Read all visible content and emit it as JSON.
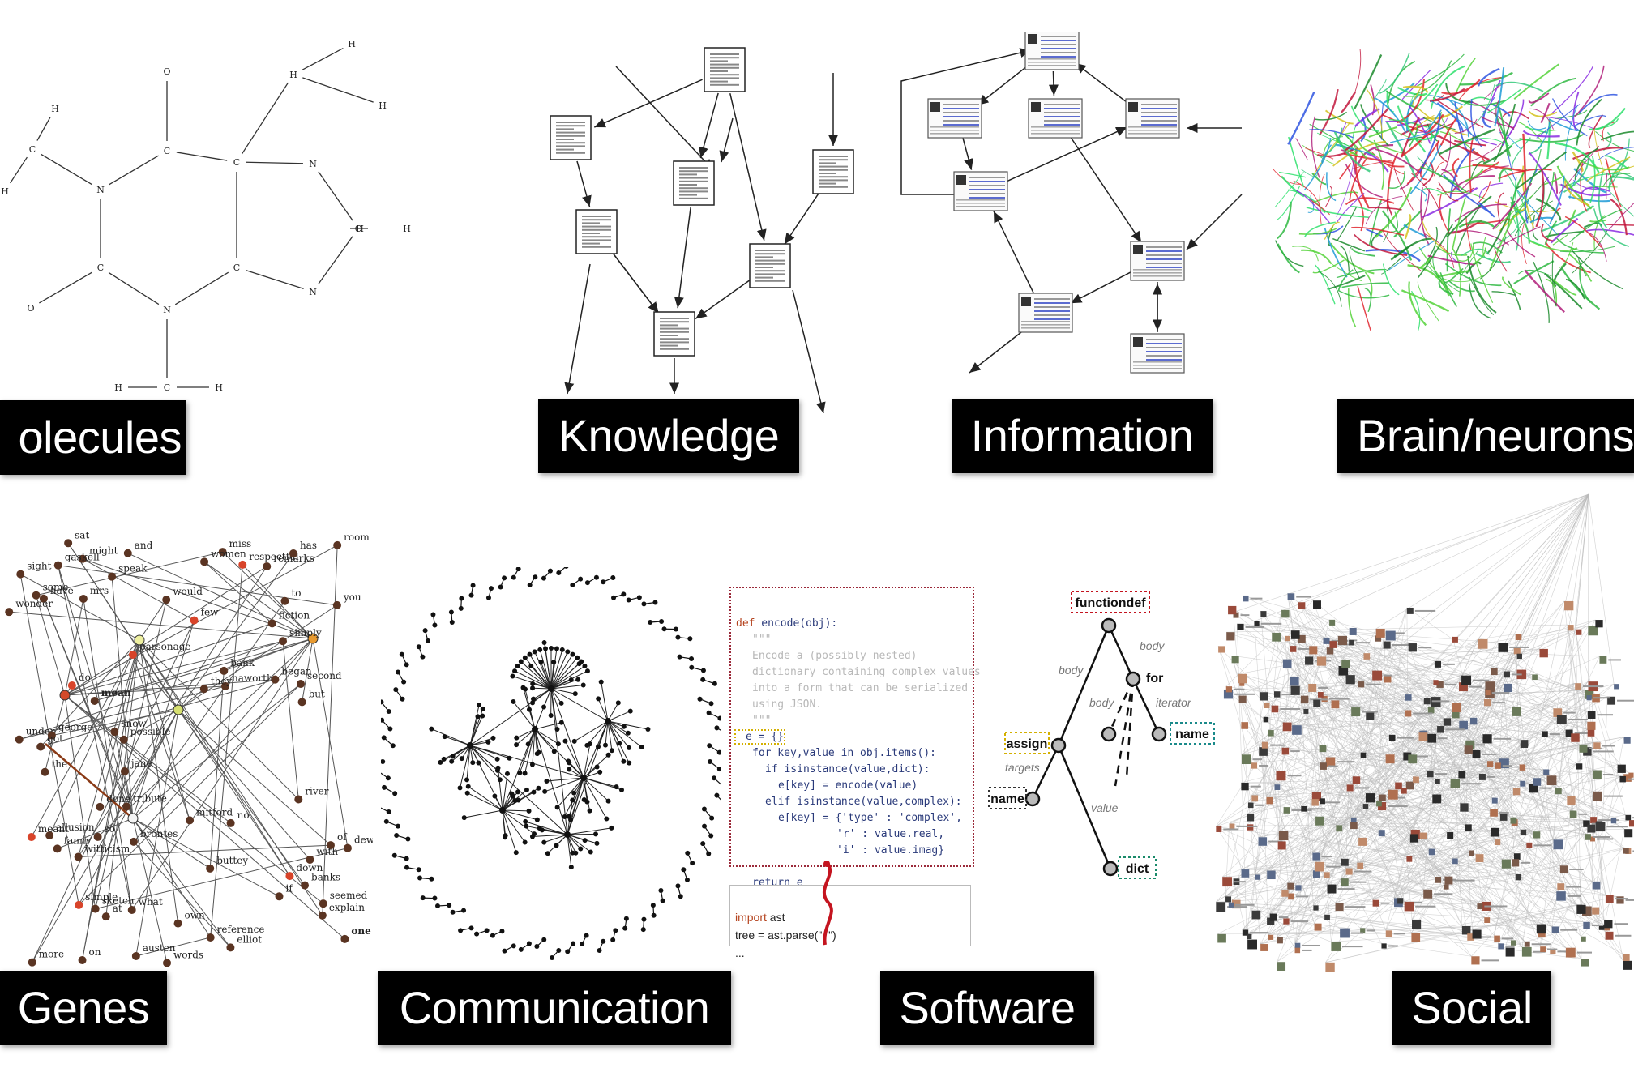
{
  "labels": {
    "molecules": "olecules",
    "knowledge": "Knowledge",
    "information": "Information",
    "brain": "Brain/neurons",
    "genes": "Genes",
    "communication": "Communication",
    "software": "Software",
    "social": "Social"
  },
  "molecule_atoms": [
    "H",
    "H",
    "H",
    "O",
    "H",
    "C",
    "H",
    "C",
    "N",
    "C",
    "N",
    "C",
    "H",
    "H",
    "C",
    "C",
    "N",
    "O",
    "N",
    "H",
    "C",
    "H"
  ],
  "genes_words": [
    "down",
    "sat",
    "if",
    "under",
    "haworth",
    "on",
    "possible",
    "snow",
    "miss",
    "some",
    "mitford",
    "parsonage",
    "buttey",
    "bank",
    "remarks",
    "witticism",
    "of",
    "fanny",
    "mean",
    "simply",
    "river",
    "more",
    "few",
    "might",
    "one",
    "own",
    "they",
    "jane",
    "dew",
    "sketch",
    "would",
    "austen",
    "reference",
    "respectful",
    "room",
    "explain",
    "tribute",
    "have",
    "women",
    "fiction",
    "allusion",
    "with",
    "speak",
    "and",
    "do",
    "done",
    "george",
    "to",
    "wonder",
    "began",
    "got",
    "has",
    "elliot",
    "brontes",
    "the",
    "meant",
    "you",
    "gaskell",
    "what",
    "mrs",
    "at",
    "banks",
    "words",
    "but",
    "seemed",
    "sight",
    "simple",
    "second",
    "so",
    "no"
  ],
  "code": {
    "def_kw": "def",
    "def_rest": " encode(obj):",
    "doc_open": "\"\"\"",
    "doc1": "Encode a (possibly nested)",
    "doc2": "dictionary containing complex values",
    "doc3": "into a form that can be serialized",
    "doc4": "using JSON.",
    "doc_close": "\"\"\"",
    "line_e": "e = {}",
    "for_line": "for key,value in obj.items():",
    "if_line": "if isinstance(value,dict):",
    "assign1": "e[key] = encode(value)",
    "elif_line": "elif isinstance(value,complex):",
    "assign2": "e[key] = {'type' : 'complex',",
    "assign3": "'r' : value.real,",
    "assign4": "'i' : value.imag}",
    "return_line": "return e",
    "import_kw": "import",
    "import_rest": " ast",
    "parse_line": "tree = ast.parse(\"  \")",
    "ellipsis": "..."
  },
  "ast": {
    "functiondef": "functiondef",
    "body1": "body",
    "body2": "body",
    "body3": "body",
    "for": "for",
    "iterator": "iterator",
    "assign": "assign",
    "targets": "targets",
    "name1": "name",
    "name2": "name",
    "value": "value",
    "dict": "dict"
  },
  "colors": {
    "label_bg": "#000000",
    "label_text": "#ffffff",
    "code_border": "#9b2a3a",
    "genes_node": "#5a3422"
  }
}
